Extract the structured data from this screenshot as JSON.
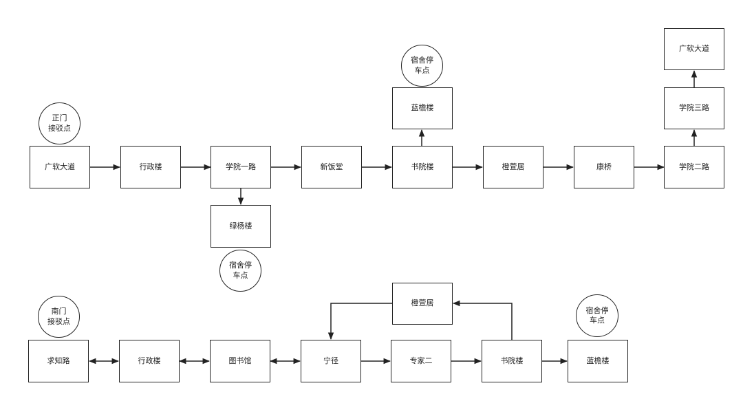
{
  "top_route": {
    "main": [
      "广软大道",
      "行政楼",
      "学院一路",
      "新饭堂",
      "书院楼",
      "橙萱居",
      "康桥",
      "学院二路"
    ],
    "branch_luyang": "绿杨楼",
    "branch_lanzhou": "蓝檐楼",
    "branch_right_mid": "学院三路",
    "branch_right_top": "广软大道",
    "stop_zhengmen": "正门\n接驳点",
    "stop_lanzhou": "宿舍停\n车点",
    "stop_luyang": "宿舍停\n车点"
  },
  "bottom_route": {
    "main": [
      "求知路",
      "行政楼",
      "图书馆",
      "宁径",
      "专家二",
      "书院楼",
      "蓝檐楼"
    ],
    "loop_box": "橙萱居",
    "stop_nanmen": "南门\n接驳点",
    "stop_lanzhou": "宿舍停\n车点"
  },
  "colors": {
    "stroke": "#222222",
    "fill": "#ffffff",
    "text": "#222222"
  }
}
